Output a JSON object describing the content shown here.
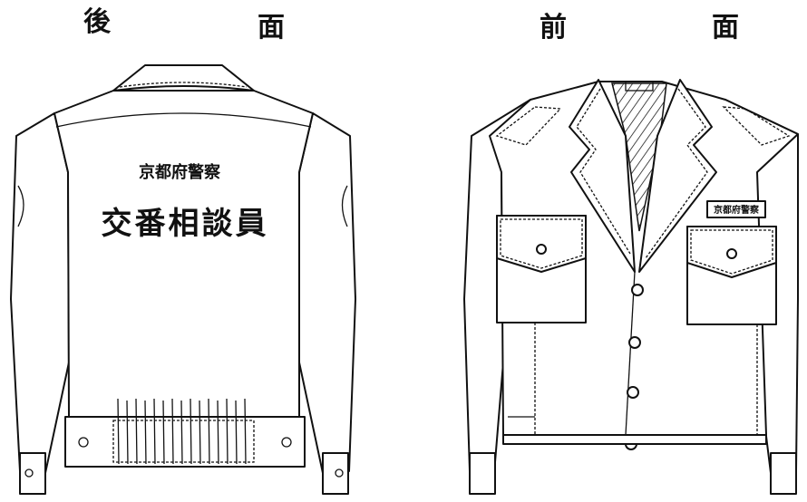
{
  "labels": {
    "back_1": "後",
    "back_2": "面",
    "front_1": "前",
    "front_2": "面"
  },
  "back_text": {
    "line1": "京都府警察",
    "line2": "交番相談員"
  },
  "front_badge": "京都府警察"
}
